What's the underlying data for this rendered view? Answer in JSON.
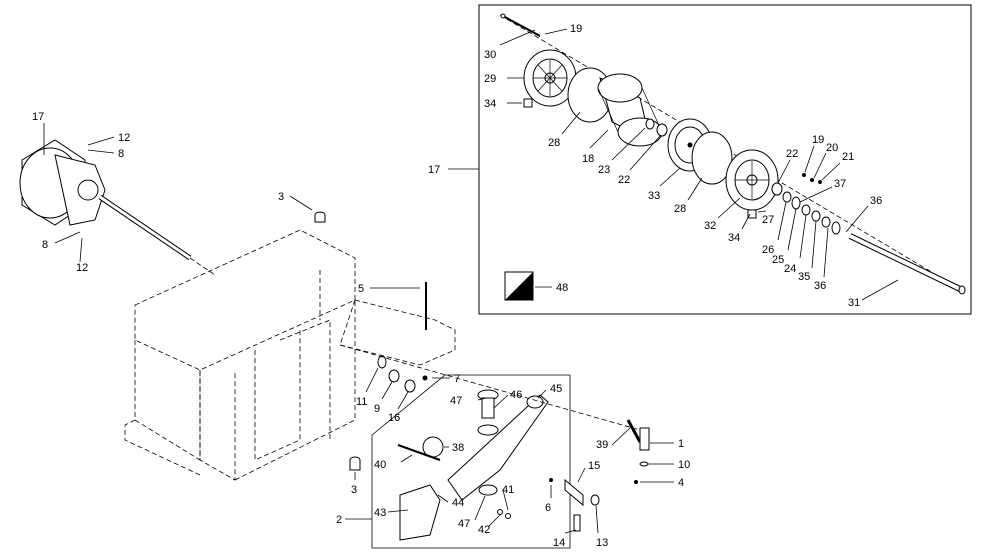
{
  "callouts": {
    "c1": "1",
    "c2": "2",
    "c3a": "3",
    "c3b": "3",
    "c4": "4",
    "c5": "5",
    "c6": "6",
    "c7": "7",
    "c8a": "8",
    "c8b": "8",
    "c9": "9",
    "c10": "10",
    "c11": "11",
    "c12a": "12",
    "c12b": "12",
    "c13": "13",
    "c14": "14",
    "c15": "15",
    "c16": "16",
    "c17a": "17",
    "c17b": "17",
    "c18": "18",
    "c19a": "19",
    "c19b": "19",
    "c20": "20",
    "c21": "21",
    "c22a": "22",
    "c22b": "22",
    "c23": "23",
    "c24": "24",
    "c25": "25",
    "c26": "26",
    "c27": "27",
    "c28a": "28",
    "c28b": "28",
    "c29": "29",
    "c30": "30",
    "c31": "31",
    "c32": "32",
    "c33": "33",
    "c34a": "34",
    "c34b": "34",
    "c35": "35",
    "c36a": "36",
    "c36b": "36",
    "c37": "37",
    "c38": "38",
    "c39": "39",
    "c40": "40",
    "c41": "41",
    "c42": "42",
    "c43": "43",
    "c44": "44",
    "c45": "45",
    "c46": "46",
    "c47a": "47",
    "c47b": "47",
    "c48": "48"
  },
  "symbols": {
    "reference_symbol": "half-filled-square-icon"
  },
  "colors": {
    "line": "#000000",
    "background": "#ffffff"
  }
}
